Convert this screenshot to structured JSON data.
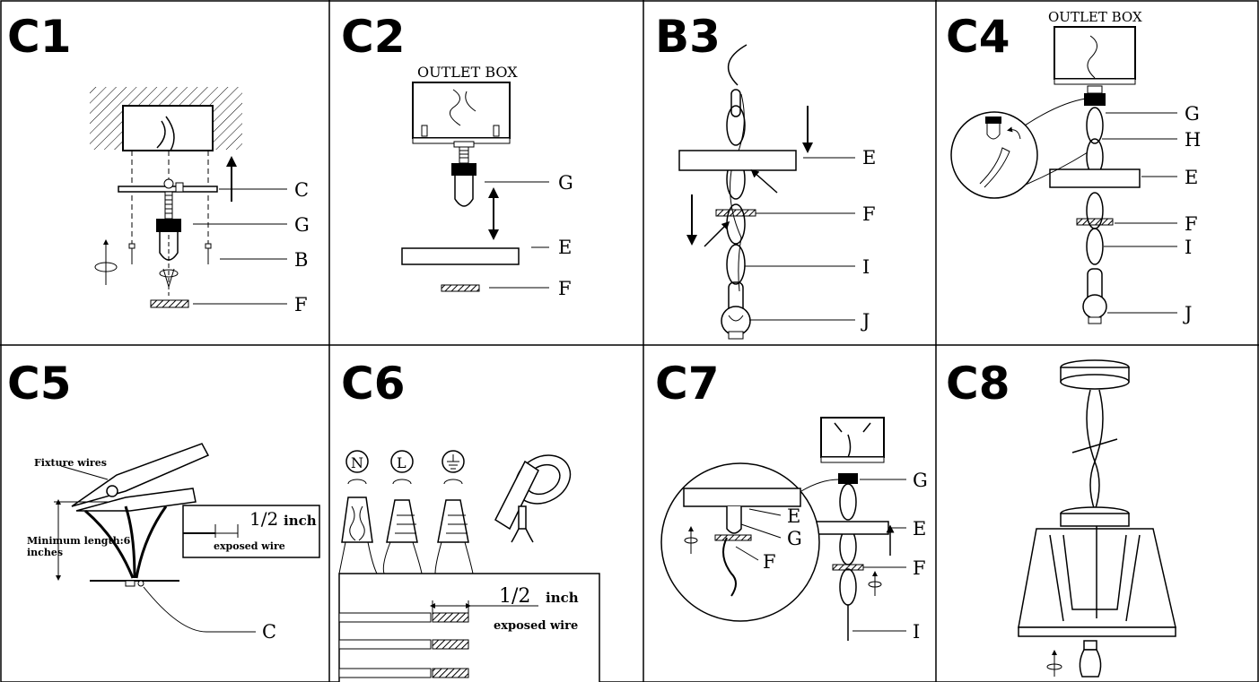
{
  "panels": {
    "c1": {
      "step": "C1",
      "labels": {
        "c": "C",
        "g": "G",
        "b": "B",
        "f": "F"
      }
    },
    "c2": {
      "step": "C2",
      "outlet_box": "OUTLET BOX",
      "labels": {
        "g": "G",
        "e": "E",
        "f": "F"
      }
    },
    "b3": {
      "step": "B3",
      "labels": {
        "e": "E",
        "f": "F",
        "i": "I",
        "j": "J"
      }
    },
    "c4": {
      "step": "C4",
      "outlet_box": "OUTLET BOX",
      "labels": {
        "g": "G",
        "h": "H",
        "e": "E",
        "f": "F",
        "i": "I",
        "j": "J"
      }
    },
    "c5": {
      "step": "C5",
      "fixture_wires": "Fixture wires",
      "min_length": "Minimum length:6",
      "min_length_2": "inches",
      "half_inch_value": "1/2",
      "half_inch_unit": "inch",
      "exposed_wire": "exposed wire",
      "labels": {
        "c": "C"
      }
    },
    "c6": {
      "step": "C6",
      "symbols": {
        "n": "N",
        "l": "L"
      },
      "half_inch_value": "1/2",
      "half_inch_unit": "inch",
      "exposed_wire": "exposed wire"
    },
    "c7": {
      "step": "C7",
      "labels": {
        "g": "G",
        "e": "E",
        "f": "F",
        "i": "I"
      },
      "zoom_labels": {
        "e": "E",
        "g": "G",
        "f": "F"
      }
    },
    "c8": {
      "step": "C8"
    }
  }
}
